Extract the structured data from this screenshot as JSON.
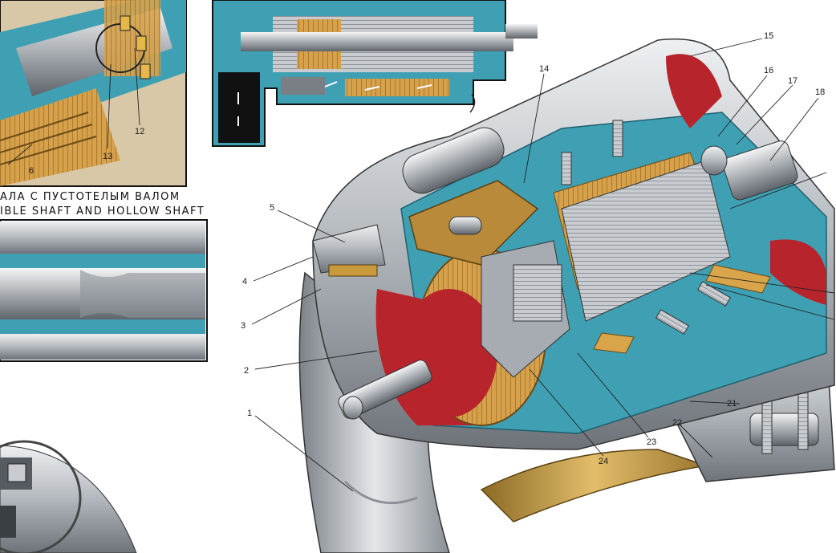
{
  "captions": {
    "line1": "АЛА С ПУСТОТЕЛЫМ ВАЛОМ",
    "line2": "IBLE SHAFT AND HOLLOW SHAFT"
  },
  "callouts": {
    "c1": "1",
    "c2": "2",
    "c3": "3",
    "c4": "4",
    "c5": "5",
    "c6": "6",
    "c12": "12",
    "c13": "13",
    "c14": "14",
    "c15": "15",
    "c16": "16",
    "c17": "17",
    "c18": "18",
    "c21": "21",
    "c22": "22",
    "c23": "23",
    "c24": "24"
  },
  "colors": {
    "housing_silver": "#c9cdd1",
    "cutaway_blue": "#3fa0b4",
    "interior_red": "#b8242b",
    "winding_copper": "#d9a54a",
    "bracket_bronze": "#b98a3a",
    "strap_gold": "#c89a3c",
    "hose_shadow": "#6a6f75"
  }
}
